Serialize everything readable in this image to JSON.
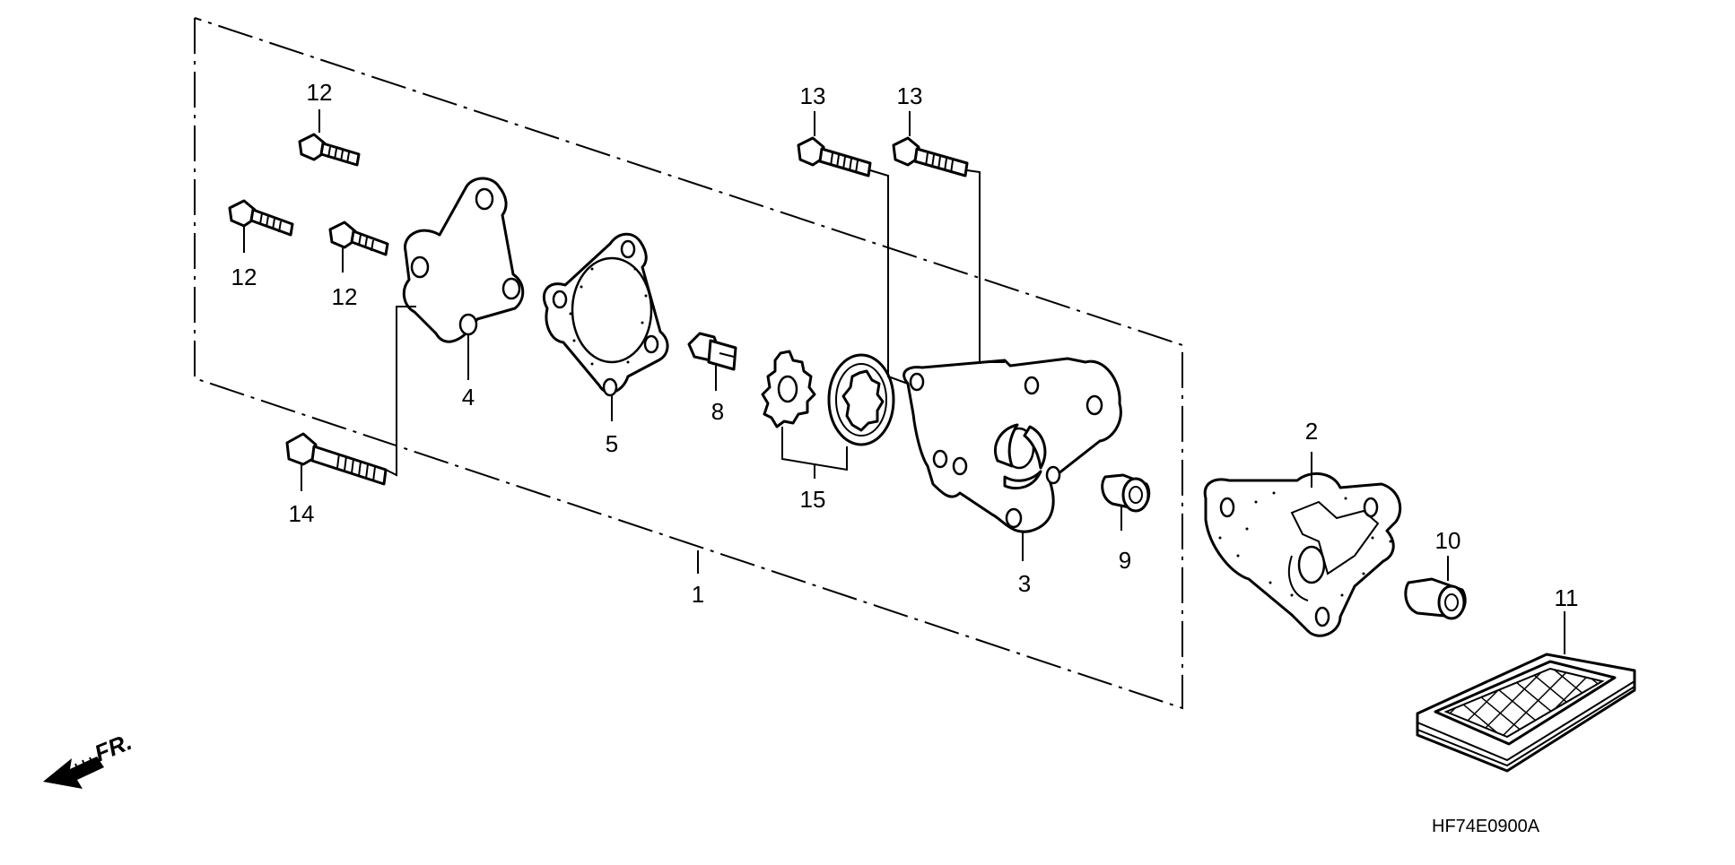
{
  "diagram_code": "HF74E0900A",
  "direction_label": "FR.",
  "callouts": [
    {
      "part": "1",
      "text": "1"
    },
    {
      "part": "2",
      "text": "2"
    },
    {
      "part": "3",
      "text": "3"
    },
    {
      "part": "4",
      "text": "4"
    },
    {
      "part": "5",
      "text": "5"
    },
    {
      "part": "8",
      "text": "8"
    },
    {
      "part": "9",
      "text": "9"
    },
    {
      "part": "10",
      "text": "10"
    },
    {
      "part": "11",
      "text": "11"
    },
    {
      "part": "12a",
      "text": "12"
    },
    {
      "part": "12b",
      "text": "12"
    },
    {
      "part": "12c",
      "text": "12"
    },
    {
      "part": "13a",
      "text": "13"
    },
    {
      "part": "13b",
      "text": "13"
    },
    {
      "part": "14",
      "text": "14"
    },
    {
      "part": "15",
      "text": "15"
    }
  ]
}
